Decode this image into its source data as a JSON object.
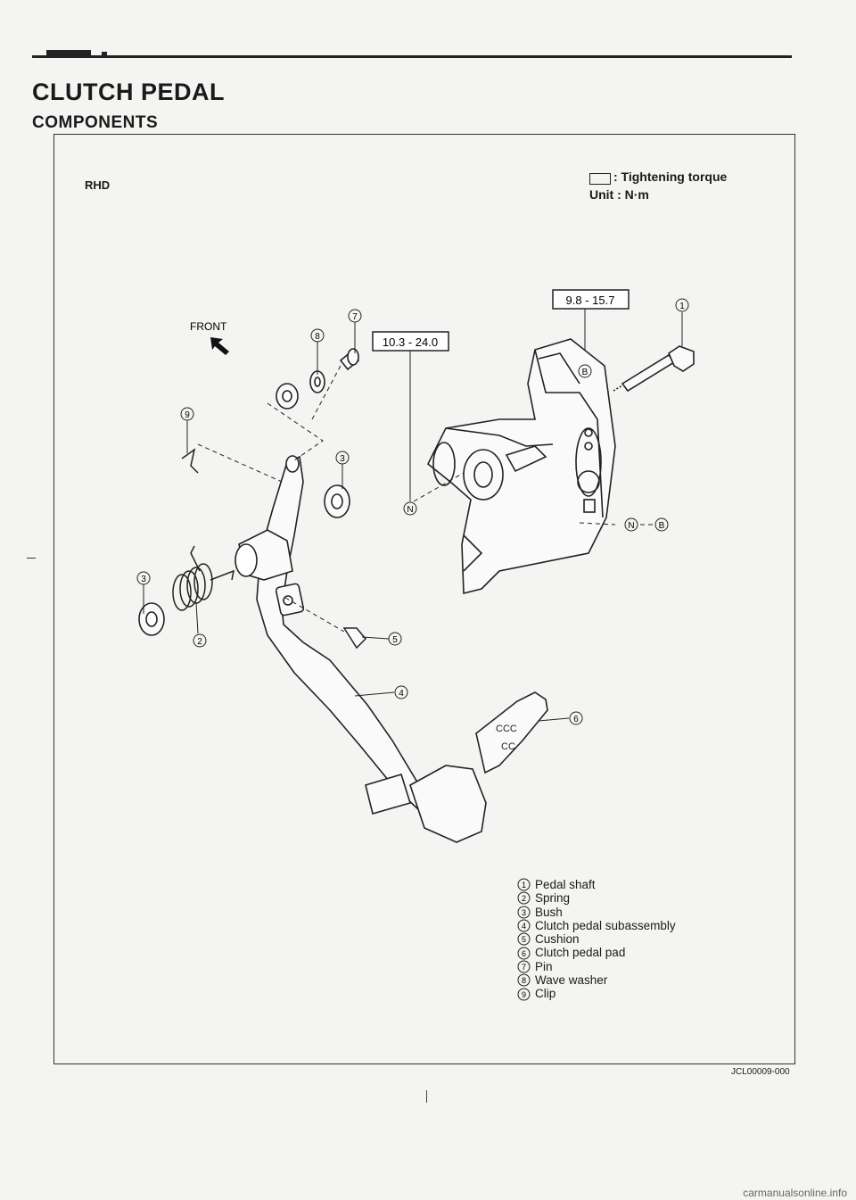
{
  "section_title": "CLUTCH PEDAL",
  "subsection_title": "COMPONENTS",
  "variant_label": "RHD",
  "legend": {
    "tightening_label": ": Tightening torque",
    "unit_label": "Unit : N·m"
  },
  "torque_values": [
    "9.8 - 15.7",
    "10.3 - 24.0"
  ],
  "front_label": "FRONT",
  "symbol_letters": {
    "n": "N",
    "b": "B"
  },
  "parts": [
    {
      "number": "1",
      "name": "Pedal shaft"
    },
    {
      "number": "2",
      "name": "Spring"
    },
    {
      "number": "3",
      "name": "Bush"
    },
    {
      "number": "4",
      "name": "Clutch pedal subassembly"
    },
    {
      "number": "5",
      "name": "Cushion"
    },
    {
      "number": "6",
      "name": "Clutch pedal pad"
    },
    {
      "number": "7",
      "name": "Pin"
    },
    {
      "number": "8",
      "name": "Wave washer"
    },
    {
      "number": "9",
      "name": "Clip"
    }
  ],
  "figure_ref": "JCL00009-000",
  "footer_watermark": "carmanualsonline.info"
}
